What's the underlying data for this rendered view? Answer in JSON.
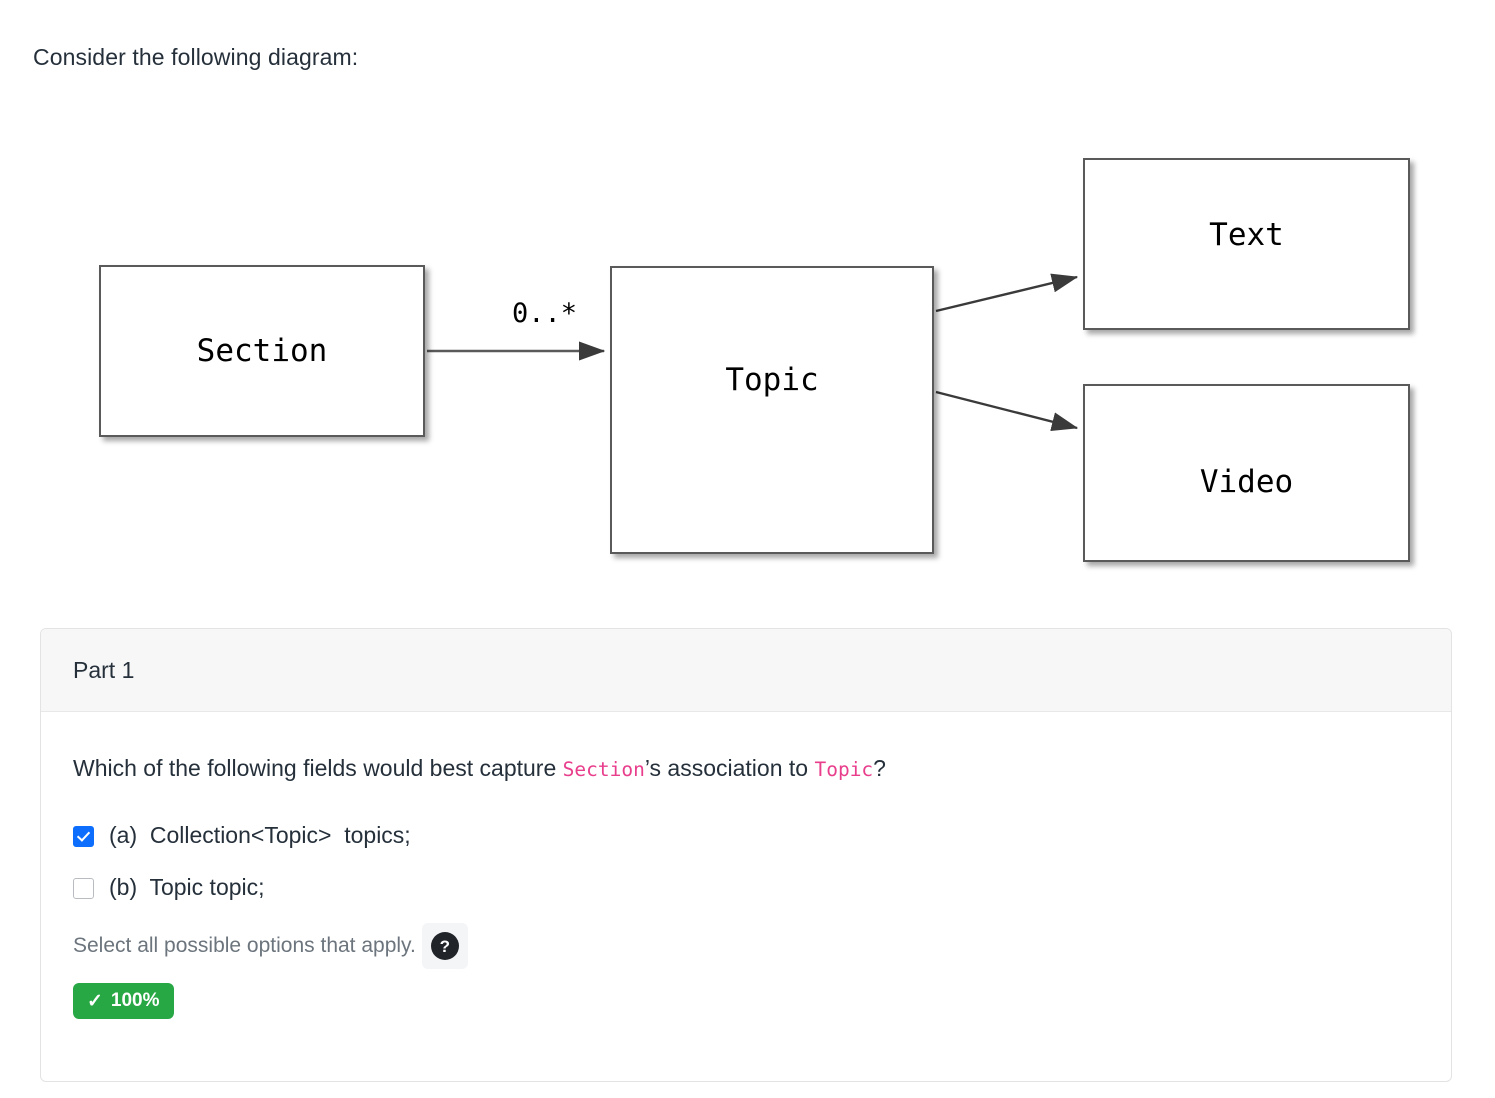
{
  "intro": {
    "text": "Consider the following diagram:"
  },
  "diagram": {
    "type": "uml-class-diagram",
    "boxes": [
      {
        "id": "section",
        "label": "Section"
      },
      {
        "id": "topic",
        "label": "Topic"
      },
      {
        "id": "text",
        "label": "Text"
      },
      {
        "id": "video",
        "label": "Video"
      }
    ],
    "edges": [
      {
        "from": "section",
        "to": "topic",
        "multiplicity": "0..*",
        "arrow": "open"
      },
      {
        "from": "topic",
        "to": "text",
        "multiplicity": "",
        "arrow": "open"
      },
      {
        "from": "topic",
        "to": "video",
        "multiplicity": "",
        "arrow": "open"
      }
    ],
    "multiplicity_section_topic": "0..*"
  },
  "card": {
    "header": {
      "title": "Part 1"
    },
    "question": {
      "prefix": "Which of the following fields would best capture ",
      "code1": "Section",
      "middle": "’s association to ",
      "code2": "Topic",
      "suffix": "?"
    },
    "options": [
      {
        "id": "a",
        "checked": true,
        "label": "(a)  Collection<Topic>  topics;"
      },
      {
        "id": "b",
        "checked": false,
        "label": "(b)  Topic topic;"
      }
    ],
    "hint": {
      "text": "Select all possible options that apply.",
      "help_icon": "question-mark-icon"
    },
    "score": {
      "check_glyph": "✓",
      "value": "100%"
    }
  },
  "colors": {
    "accent_blue": "#0d6efd",
    "code_pink": "#e83e8c",
    "success_green": "#28a745",
    "muted_gray": "#6c757d",
    "header_bg": "#f7f7f7"
  }
}
